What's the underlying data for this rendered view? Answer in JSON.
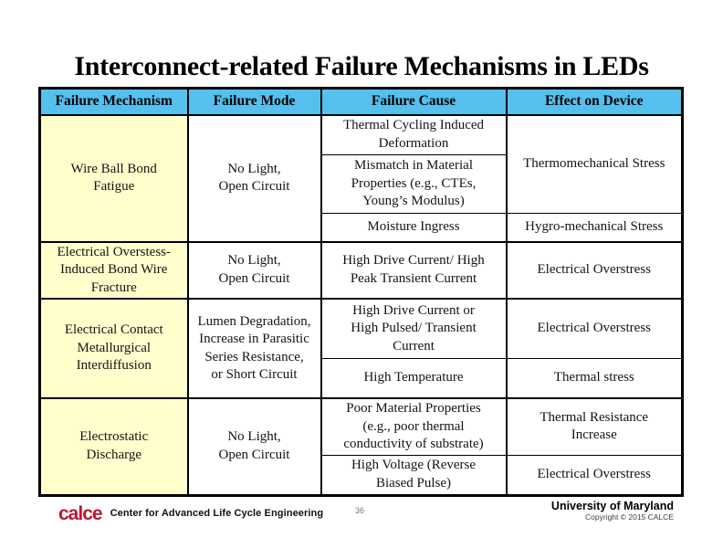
{
  "title": "Interconnect-related Failure Mechanisms in LEDs",
  "table": {
    "headers": [
      "Failure Mechanism",
      "Failure Mode",
      "Failure Cause",
      "Effect on Device"
    ],
    "groups": [
      {
        "mechanism": "Wire Ball Bond\nFatigue",
        "mode": "No Light,\nOpen Circuit",
        "causes": [
          "Thermal Cycling Induced\nDeformation",
          "Mismatch in Material\nProperties (e.g., CTEs,\nYoung’s Modulus)",
          "Moisture Ingress"
        ],
        "effects": [
          "Thermomechanical Stress",
          "Hygro-mechanical Stress"
        ]
      },
      {
        "mechanism": "Electrical Overstess-\nInduced Bond Wire\nFracture",
        "mode": "No Light,\nOpen Circuit",
        "causes": [
          "High Drive Current/ High\nPeak Transient Current"
        ],
        "effects": [
          "Electrical Overstress"
        ]
      },
      {
        "mechanism": "Electrical Contact\nMetallurgical\nInterdiffusion",
        "mode": "Lumen Degradation,\nIncrease in Parasitic\nSeries Resistance,\nor Short Circuit",
        "causes": [
          "High Drive Current or\nHigh Pulsed/ Transient\nCurrent",
          "High Temperature"
        ],
        "effects": [
          "Electrical Overstress",
          "Thermal stress"
        ]
      },
      {
        "mechanism": "Electrostatic\nDischarge",
        "mode": "No Light,\nOpen Circuit",
        "causes": [
          "Poor Material Properties\n(e.g., poor thermal\nconductivity of substrate)",
          "High Voltage (Reverse\nBiased Pulse)"
        ],
        "effects": [
          "Thermal Resistance\nIncrease",
          "Electrical Overstress"
        ]
      }
    ]
  },
  "footer": {
    "logo_text": "calce",
    "org_name": "Center for Advanced Life Cycle Engineering",
    "page_number": "36",
    "university": "University of Maryland",
    "copyright": "Copyright © 2015 CALCE"
  },
  "colors": {
    "header_bg": "#55C0EE",
    "mechanism_bg": "#FFFFCC",
    "logo_red": "#C41230",
    "border": "#000000",
    "page_number_gray": "#767676"
  }
}
